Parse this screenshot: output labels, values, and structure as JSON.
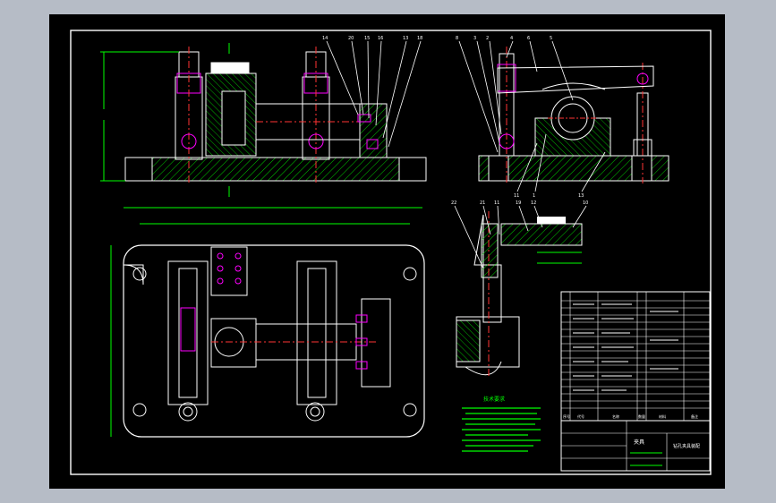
{
  "colors": {
    "backdrop": "#b6bcc6",
    "sheet": "#000000",
    "frame": "#ffffff",
    "outline": "#ffffff",
    "dimension": "#00ff00",
    "hatch": "#00ff00",
    "hidden": "#ff00ff",
    "centerline": "#ff3333",
    "leader": "#00ffff",
    "note_text": "#00ff00"
  },
  "labels": {
    "front_view_balloons": [
      "14",
      "20",
      "15",
      "16",
      "13",
      "18"
    ],
    "side_view_balloons": [
      "8",
      "3",
      "2",
      "4",
      "6",
      "5"
    ],
    "side_view_bottom_balloons": [
      "11",
      "1",
      "13"
    ],
    "detail_balloons": [
      "22",
      "21",
      "11",
      "19",
      "12",
      "10"
    ],
    "notes_title": "技术要求",
    "title_block_left": "夹具",
    "title_block_right": "钻孔夹具装配",
    "bom_header": [
      "序号",
      "代号",
      "名称",
      "数量",
      "材料",
      "备注"
    ]
  }
}
